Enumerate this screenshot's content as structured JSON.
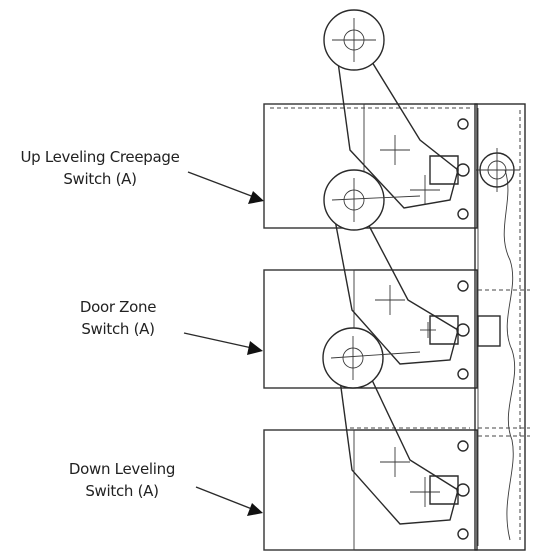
{
  "labels": {
    "up_leveling_line1": "Up Leveling Creepage",
    "up_leveling_line2": "Switch (A)",
    "door_zone_line1": "Door Zone",
    "door_zone_line2": "Switch (A)",
    "down_leveling_line1": "Down Leveling",
    "down_leveling_line2": "Switch (A)"
  }
}
